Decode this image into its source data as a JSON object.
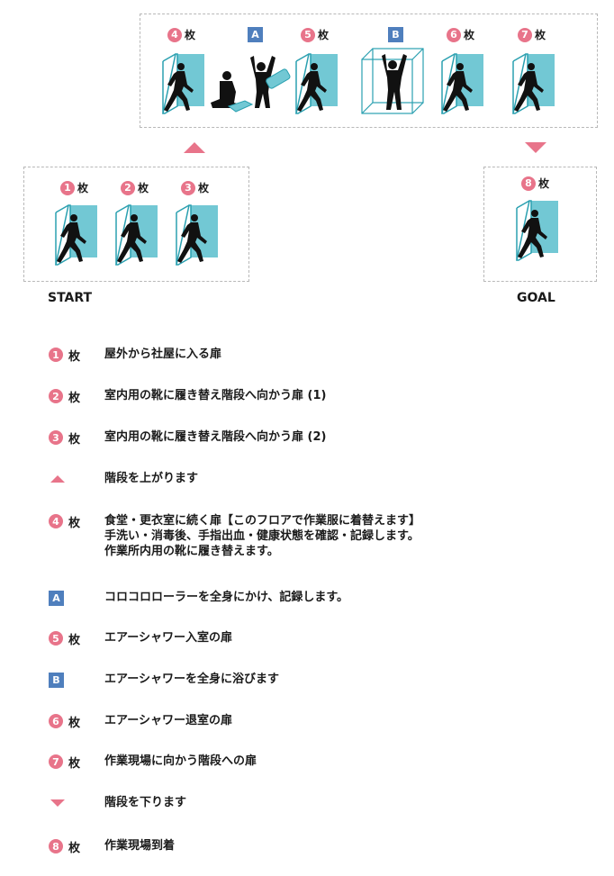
{
  "colors": {
    "pink": "#e8748a",
    "blue": "#4f7fbd",
    "door": "#72c8d4",
    "frame": "#2aa0b0",
    "silhouette": "#111111"
  },
  "flow": {
    "unit": "枚",
    "start_label": "START",
    "goal_label": "GOAL",
    "top_row": [
      {
        "num": "4",
        "kind": "door"
      },
      {
        "letter": "A",
        "kind": "roller"
      },
      {
        "num": "5",
        "kind": "door"
      },
      {
        "letter": "B",
        "kind": "shower"
      },
      {
        "num": "6",
        "kind": "door"
      },
      {
        "num": "7",
        "kind": "door"
      }
    ],
    "start_row": [
      {
        "num": "1"
      },
      {
        "num": "2"
      },
      {
        "num": "3"
      }
    ],
    "goal_row": [
      {
        "num": "8"
      }
    ]
  },
  "legend": [
    {
      "key": "1",
      "type": "num",
      "unit": "枚",
      "lines": [
        "屋外から社屋に入る扉"
      ]
    },
    {
      "key": "2",
      "type": "num",
      "unit": "枚",
      "lines": [
        "室内用の靴に履き替え階段へ向かう扉 (1)"
      ]
    },
    {
      "key": "3",
      "type": "num",
      "unit": "枚",
      "lines": [
        "室内用の靴に履き替え階段へ向かう扉 (2)"
      ]
    },
    {
      "key": "",
      "type": "up",
      "unit": "",
      "lines": [
        "階段を上がります"
      ]
    },
    {
      "key": "4",
      "type": "num",
      "unit": "枚",
      "lines": [
        "食堂・更衣室に続く扉【このフロアで作業服に着替えます】",
        "手洗い・消毒後、手指出血・健康状態を確認・記録します。",
        "作業所内用の靴に履き替えます。"
      ]
    },
    {
      "key": "A",
      "type": "sq",
      "unit": "",
      "lines": [
        "コロコロローラーを全身にかけ、記録します。"
      ]
    },
    {
      "key": "5",
      "type": "num",
      "unit": "枚",
      "lines": [
        "エアーシャワー入室の扉"
      ]
    },
    {
      "key": "B",
      "type": "sq",
      "unit": "",
      "lines": [
        "エアーシャワーを全身に浴びます"
      ]
    },
    {
      "key": "6",
      "type": "num",
      "unit": "枚",
      "lines": [
        "エアーシャワー退室の扉"
      ]
    },
    {
      "key": "7",
      "type": "num",
      "unit": "枚",
      "lines": [
        "作業現場に向かう階段への扉"
      ]
    },
    {
      "key": "",
      "type": "down",
      "unit": "",
      "lines": [
        "階段を下ります"
      ]
    },
    {
      "key": "8",
      "type": "num",
      "unit": "枚",
      "lines": [
        "作業現場到着"
      ]
    }
  ]
}
